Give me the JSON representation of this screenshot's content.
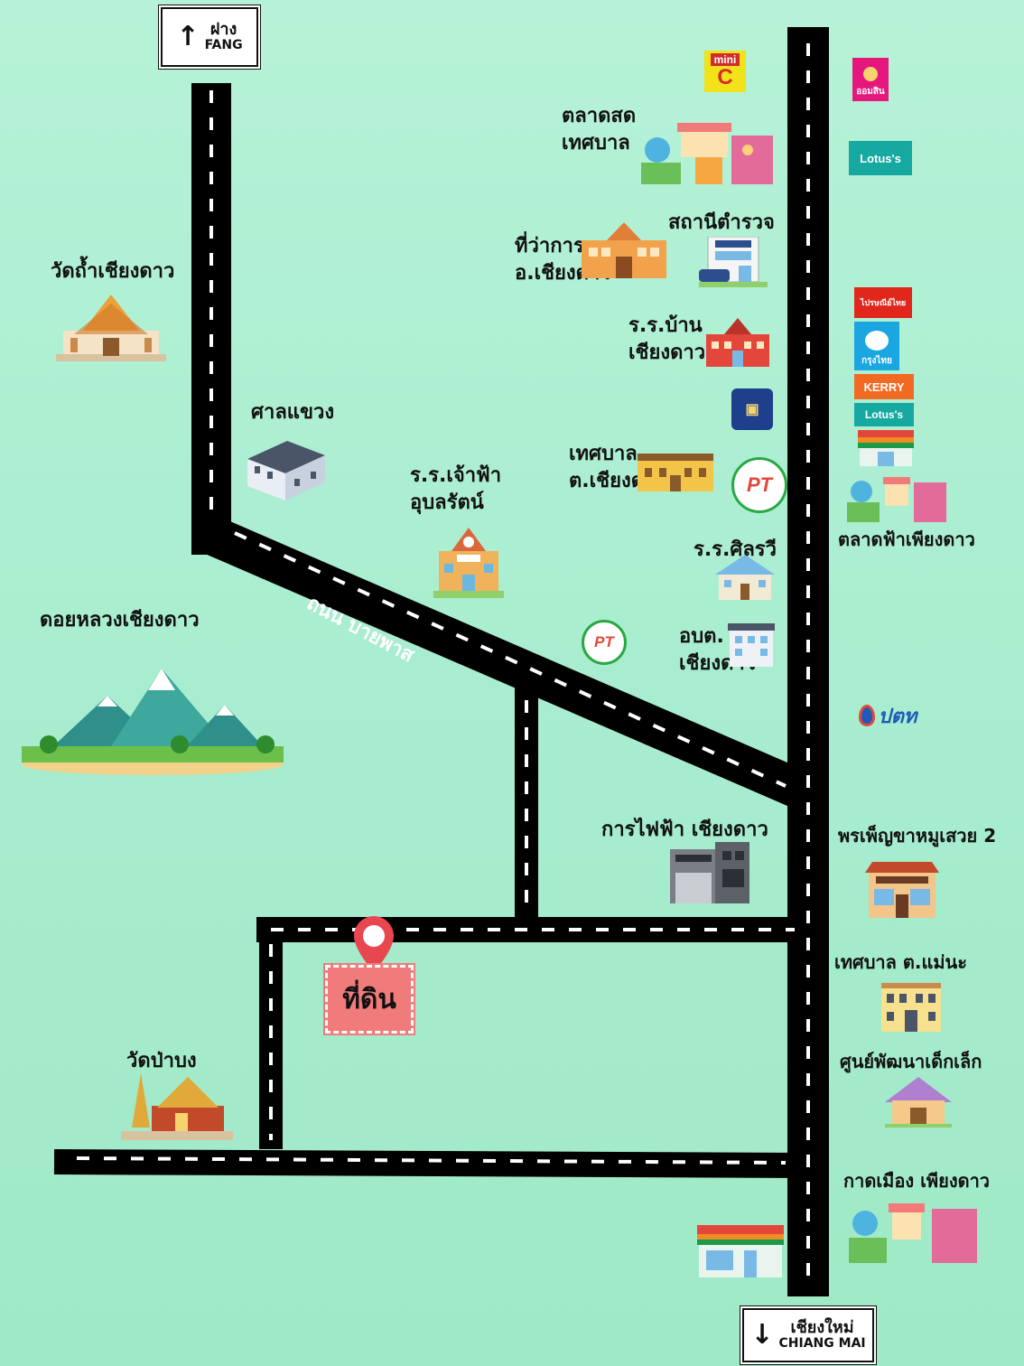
{
  "map": {
    "background": "#a9eed0",
    "road_color": "#000000",
    "pin_color": "#e8474f",
    "land_color": "#f17b7b"
  },
  "signs": {
    "north": {
      "th": "ฝาง",
      "en": "FANG",
      "arrow": "↑"
    },
    "south": {
      "th": "เชียงใหม่",
      "en": "CHIANG MAI",
      "arrow": "↓"
    }
  },
  "road_label": "ถนน บายพาส",
  "land_label": "ที่ดิน",
  "places": {
    "wat_tham": "วัดถ้ำเชียงดาว",
    "doi_luang": "ดอยหลวงเชียงดาว",
    "san_khwaeng": "ศาลแขวง",
    "school_chaofa": "ร.ร.เจ้าฟ้า\nอุบลรัตน์",
    "talat_sot": "ตลาดสด\nเทศบาล",
    "district_office": "ที่ว่าการ\nอ.เชียงดาว",
    "police": "สถานีตำรวจ",
    "school_ban": "ร.ร.บ้าน\nเชียงดาว",
    "municipality_chiangdao": "เทศบาล\nต.เชียงดาว",
    "school_sinlapa": "ร.ร.ศิลรวี",
    "obt": "อบต.\nเชียงดาว",
    "pea": "การไฟฟ้า เชียงดาว",
    "talat_fa": "ตลาดฟ้าเพียงดาว",
    "restaurant": "พรเพ็ญขาหมูเสวย 2",
    "municipality_maena": "เทศบาล ต.แม่นะ",
    "child_center": "ศูนย์พัฒนาเด็กเล็ก",
    "kad_mueang": "กาดเมือง เพียงดาว",
    "wat_pa_bong": "วัดป่าบง"
  },
  "logos": {
    "minibigc_top": "mini",
    "minibigc_bottom": "C",
    "gsb": "ออมสิน",
    "lotus_1": "Lotus's",
    "thaipost": "ไปรษณีย์ไทย",
    "ktb": "กรุงไทย",
    "kerry": "KERRY",
    "lotus_2": "Lotus's",
    "pt": "PT",
    "ptt": "ปตท"
  },
  "icons": {
    "temple": "temple-icon",
    "mountain": "mountain-icon",
    "courthouse": "courthouse-icon",
    "school": "school-icon",
    "market": "market-icon",
    "government": "government-building-icon",
    "police": "police-station-icon",
    "power": "power-office-icon",
    "restaurant": "restaurant-icon",
    "store": "convenience-store-icon",
    "pin": "location-pin-icon"
  }
}
